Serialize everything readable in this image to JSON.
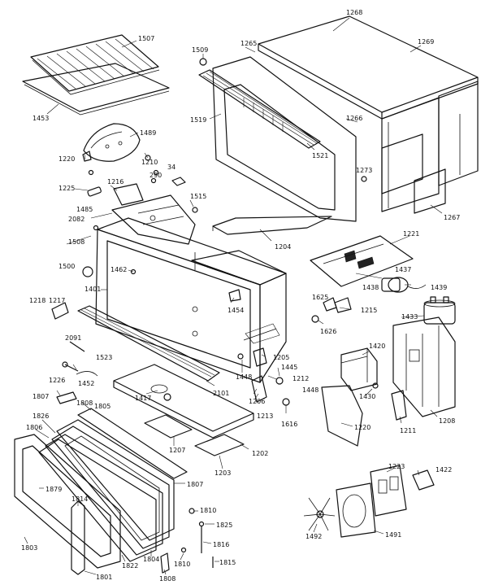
{
  "parts": [
    {
      "id": "oven-rack",
      "label": "1507"
    },
    {
      "id": "oven-tray",
      "label": "1453"
    },
    {
      "id": "light-cover",
      "label": "1489"
    },
    {
      "id": "clip-left",
      "label": "1220"
    },
    {
      "id": "clip-right",
      "label": "1210"
    },
    {
      "id": "screw-1509",
      "label": "1509"
    },
    {
      "id": "outer-case-top",
      "label": "1268"
    },
    {
      "id": "case-side",
      "label": "1265"
    },
    {
      "id": "case-back",
      "label": "1269"
    },
    {
      "id": "front-frame",
      "label": "1519"
    },
    {
      "id": "vent-grille",
      "label": "1521"
    },
    {
      "id": "case-panel-1266",
      "label": "1266"
    },
    {
      "id": "clip-1273",
      "label": "1273"
    },
    {
      "id": "cover-plate",
      "label": "1267"
    },
    {
      "id": "fuse",
      "label": "1225"
    },
    {
      "id": "bracket-1216",
      "label": "1216"
    },
    {
      "id": "screw-290",
      "label": "290"
    },
    {
      "id": "part-34",
      "label": "34"
    },
    {
      "id": "lamp-1515",
      "label": "1515"
    },
    {
      "id": "switch-1485",
      "label": "1485"
    },
    {
      "id": "part-2082",
      "label": "2082"
    },
    {
      "id": "nut-1508",
      "label": "1508"
    },
    {
      "id": "rail-1204",
      "label": "1204"
    },
    {
      "id": "circuit-board",
      "label": "1221"
    },
    {
      "id": "fan-motor",
      "label": "1437"
    },
    {
      "id": "bracket-1438",
      "label": "1438"
    },
    {
      "id": "lead-1439",
      "label": "1439"
    },
    {
      "id": "knob-1500",
      "label": "1500"
    },
    {
      "id": "screw-1462",
      "label": "1462"
    },
    {
      "id": "oven-cavity",
      "label": "1401"
    },
    {
      "id": "part-1454",
      "label": "1454"
    },
    {
      "id": "diode-1625",
      "label": "1625"
    },
    {
      "id": "bracket-1215",
      "label": "1215"
    },
    {
      "id": "capacitor",
      "label": "1433"
    },
    {
      "id": "part-1626",
      "label": "1626"
    },
    {
      "id": "hinge-1218",
      "label": "1218"
    },
    {
      "id": "hinge-1217",
      "label": "1217"
    },
    {
      "id": "part-2091",
      "label": "2091"
    },
    {
      "id": "choke-1523",
      "label": "1523"
    },
    {
      "id": "switch-1205",
      "label": "1205"
    },
    {
      "id": "transformer",
      "label": "1420"
    },
    {
      "id": "part-1445",
      "label": "1445"
    },
    {
      "id": "part-1212",
      "label": "1212"
    },
    {
      "id": "part-1448a",
      "label": "1448"
    },
    {
      "id": "part-1448b",
      "label": "1448"
    },
    {
      "id": "part-1226",
      "label": "1226"
    },
    {
      "id": "part-1452",
      "label": "1452"
    },
    {
      "id": "part-2101",
      "label": "2101"
    },
    {
      "id": "part-1417",
      "label": "1417"
    },
    {
      "id": "switch-1206",
      "label": "1206"
    },
    {
      "id": "part-1430",
      "label": "1430"
    },
    {
      "id": "base-1208",
      "label": "1208"
    },
    {
      "id": "part-1807",
      "label": "1807"
    },
    {
      "id": "part-1808a",
      "label": "1808"
    },
    {
      "id": "part-1805",
      "label": "1805"
    },
    {
      "id": "part-1826",
      "label": "1826"
    },
    {
      "id": "part-1806",
      "label": "1806"
    },
    {
      "id": "part-1213",
      "label": "1213"
    },
    {
      "id": "part-1616",
      "label": "1616"
    },
    {
      "id": "shield-1220",
      "label": "1220"
    },
    {
      "id": "bracket-1211",
      "label": "1211"
    },
    {
      "id": "part-1207",
      "label": "1207"
    },
    {
      "id": "base-plate-1202",
      "label": "1202"
    },
    {
      "id": "door-glass-1807",
      "label": "1807"
    },
    {
      "id": "part-1203",
      "label": "1203"
    },
    {
      "id": "panel-1223",
      "label": "1223"
    },
    {
      "id": "part-1422",
      "label": "1422"
    },
    {
      "id": "part-1879",
      "label": "1879"
    },
    {
      "id": "door-handle",
      "label": "1814"
    },
    {
      "id": "part-1810",
      "label": "1810"
    },
    {
      "id": "part-1825",
      "label": "1825"
    },
    {
      "id": "door-frame",
      "label": "1803"
    },
    {
      "id": "part-1816",
      "label": "1816"
    },
    {
      "id": "fan-blade",
      "label": "1492"
    },
    {
      "id": "fan-housing",
      "label": "1491"
    },
    {
      "id": "part-1804",
      "label": "1804"
    },
    {
      "id": "part-1822",
      "label": "1822"
    },
    {
      "id": "part-1810b",
      "label": "1810"
    },
    {
      "id": "part-1815",
      "label": "1815"
    },
    {
      "id": "part-1801",
      "label": "1801"
    },
    {
      "id": "part-1808b",
      "label": "1808"
    }
  ]
}
